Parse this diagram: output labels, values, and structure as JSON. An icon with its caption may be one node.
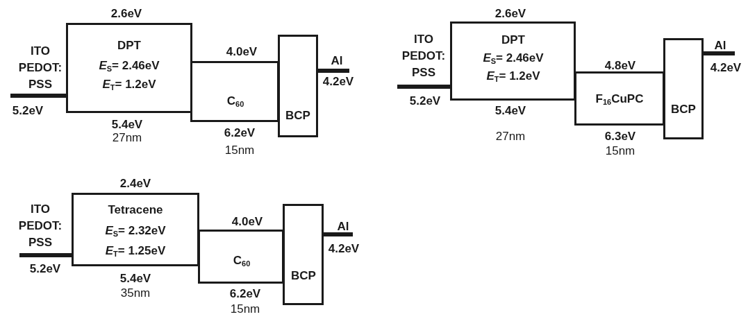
{
  "diagram": {
    "nodes": [
      {
        "text": [
          "ITO PEDOT: PSS"
        ],
        "beside": [
          "5.2eV"
        ]
      },
      {
        "text": [
          "DPT",
          "*E*$_{S}$= 2.46eV",
          "*E*$_{T}$= 1.2eV"
        ],
        "beside": [
          "2.6eV",
          "5.4eV",
          "27nm"
        ]
      },
      {
        "text": [
          "C$_{60}$"
        ],
        "beside": [
          "4.0eV",
          "6.2eV",
          "15nm"
        ]
      },
      {
        "text": [
          "BCP"
        ]
      },
      {
        "text": [
          "Al"
        ],
        "beside": [
          "4.2eV"
        ]
      },
      {
        "text": [
          "ITO PEDOT: PSS"
        ],
        "beside": [
          "5.2eV"
        ]
      },
      {
        "text": [
          "DPT",
          "*E*$_{S}$= 2.46eV",
          "*E*$_{T}$= 1.2eV"
        ],
        "beside": [
          "2.6eV",
          "5.4eV",
          "27nm"
        ]
      },
      {
        "text": [
          "F$_{16}$CuPC"
        ],
        "beside": [
          "4.8eV",
          "6.3eV",
          "15nm"
        ]
      },
      {
        "text": [
          "BCP"
        ]
      },
      {
        "text": [
          "Al"
        ],
        "beside": [
          "4.2eV"
        ]
      },
      {
        "text": [
          "ITO PEDOT: PSS"
        ],
        "beside": [
          "5.2eV"
        ]
      },
      {
        "text": [
          "Tetracene",
          "*E*$_{S}$= 2.32eV",
          "*E*$_{T}$= 1.25eV"
        ],
        "beside": [
          "2.4eV",
          "5.4eV",
          "35nm"
        ]
      },
      {
        "text": [
          "C$_{60}$"
        ],
        "beside": [
          "4.0eV",
          "6.2eV",
          "15nm"
        ]
      },
      {
        "text": [
          "BCP"
        ]
      },
      {
        "text": [
          "Al"
        ],
        "beside": [
          "4.2eV"
        ]
      }
    ]
  }
}
